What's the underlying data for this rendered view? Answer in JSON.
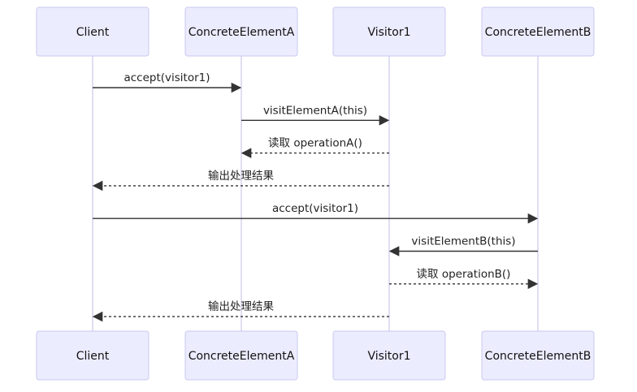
{
  "participants": [
    {
      "id": "client",
      "label": "Client"
    },
    {
      "id": "elemA",
      "label": "ConcreteElementA"
    },
    {
      "id": "visitor1",
      "label": "Visitor1"
    },
    {
      "id": "elemB",
      "label": "ConcreteElementB"
    }
  ],
  "messages": [
    {
      "from": "client",
      "to": "elemA",
      "label": "accept(visitor1)",
      "style": "solid"
    },
    {
      "from": "elemA",
      "to": "visitor1",
      "label": "visitElementA(this)",
      "style": "solid"
    },
    {
      "from": "visitor1",
      "to": "elemA",
      "label": "读取 operationA()",
      "style": "dashed"
    },
    {
      "from": "visitor1",
      "to": "client",
      "label": "输出处理结果",
      "style": "dashed"
    },
    {
      "from": "client",
      "to": "elemB",
      "label": "accept(visitor1)",
      "style": "solid"
    },
    {
      "from": "elemB",
      "to": "visitor1",
      "label": "visitElementB(this)",
      "style": "solid"
    },
    {
      "from": "visitor1",
      "to": "elemB",
      "label": "读取 operationB()",
      "style": "dashed"
    },
    {
      "from": "visitor1",
      "to": "client",
      "label": "输出处理结果",
      "style": "dashed"
    }
  ]
}
